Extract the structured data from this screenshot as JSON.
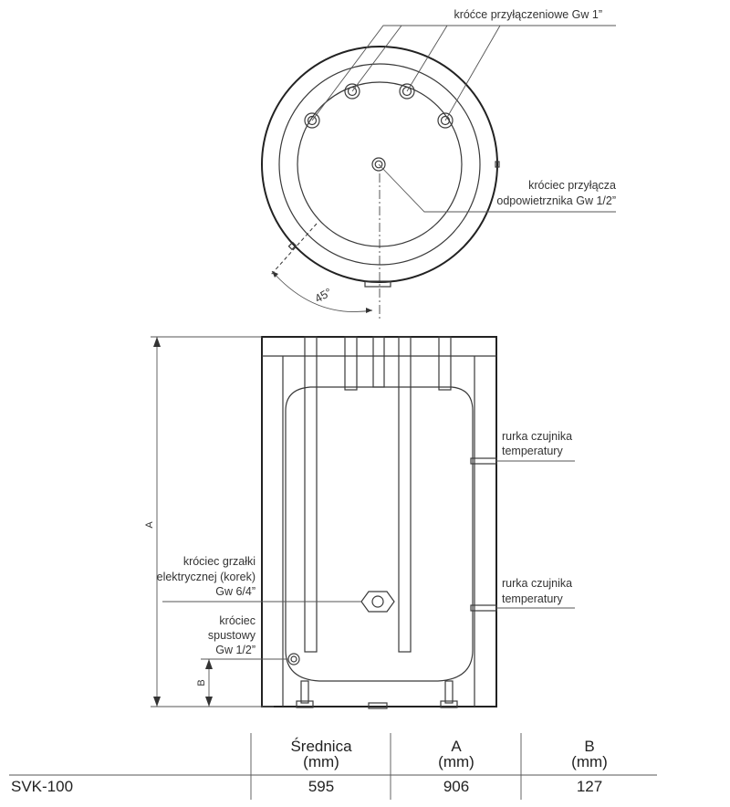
{
  "top_view": {
    "label_connections": "króćce przyłączeniowe Gw 1”",
    "label_vent_line1": "króciec przyłącza",
    "label_vent_line2": "odpowietrznika Gw 1/2”",
    "angle_label": "45°"
  },
  "side_view": {
    "label_sensor1_line1": "rurka czujnika",
    "label_sensor1_line2": "temperatury",
    "label_sensor2_line1": "rurka czujnika",
    "label_sensor2_line2": "temperatury",
    "label_heater_line1": "króciec grzałki",
    "label_heater_line2": "elektrycznej (korek)",
    "label_heater_line3": "Gw 6/4”",
    "label_drain_line1": "króciec",
    "label_drain_line2": "spustowy",
    "label_drain_line3": "Gw 1/2”",
    "dim_a_label": "A",
    "dim_b_label": "B"
  },
  "table": {
    "columns": [
      {
        "line1": "Średnica",
        "line2": "(mm)"
      },
      {
        "line1": "A",
        "line2": "(mm)"
      },
      {
        "line1": "B",
        "line2": "(mm)"
      }
    ],
    "rows": [
      {
        "model": "SVK-100",
        "values": [
          "595",
          "906",
          "127"
        ]
      }
    ]
  }
}
